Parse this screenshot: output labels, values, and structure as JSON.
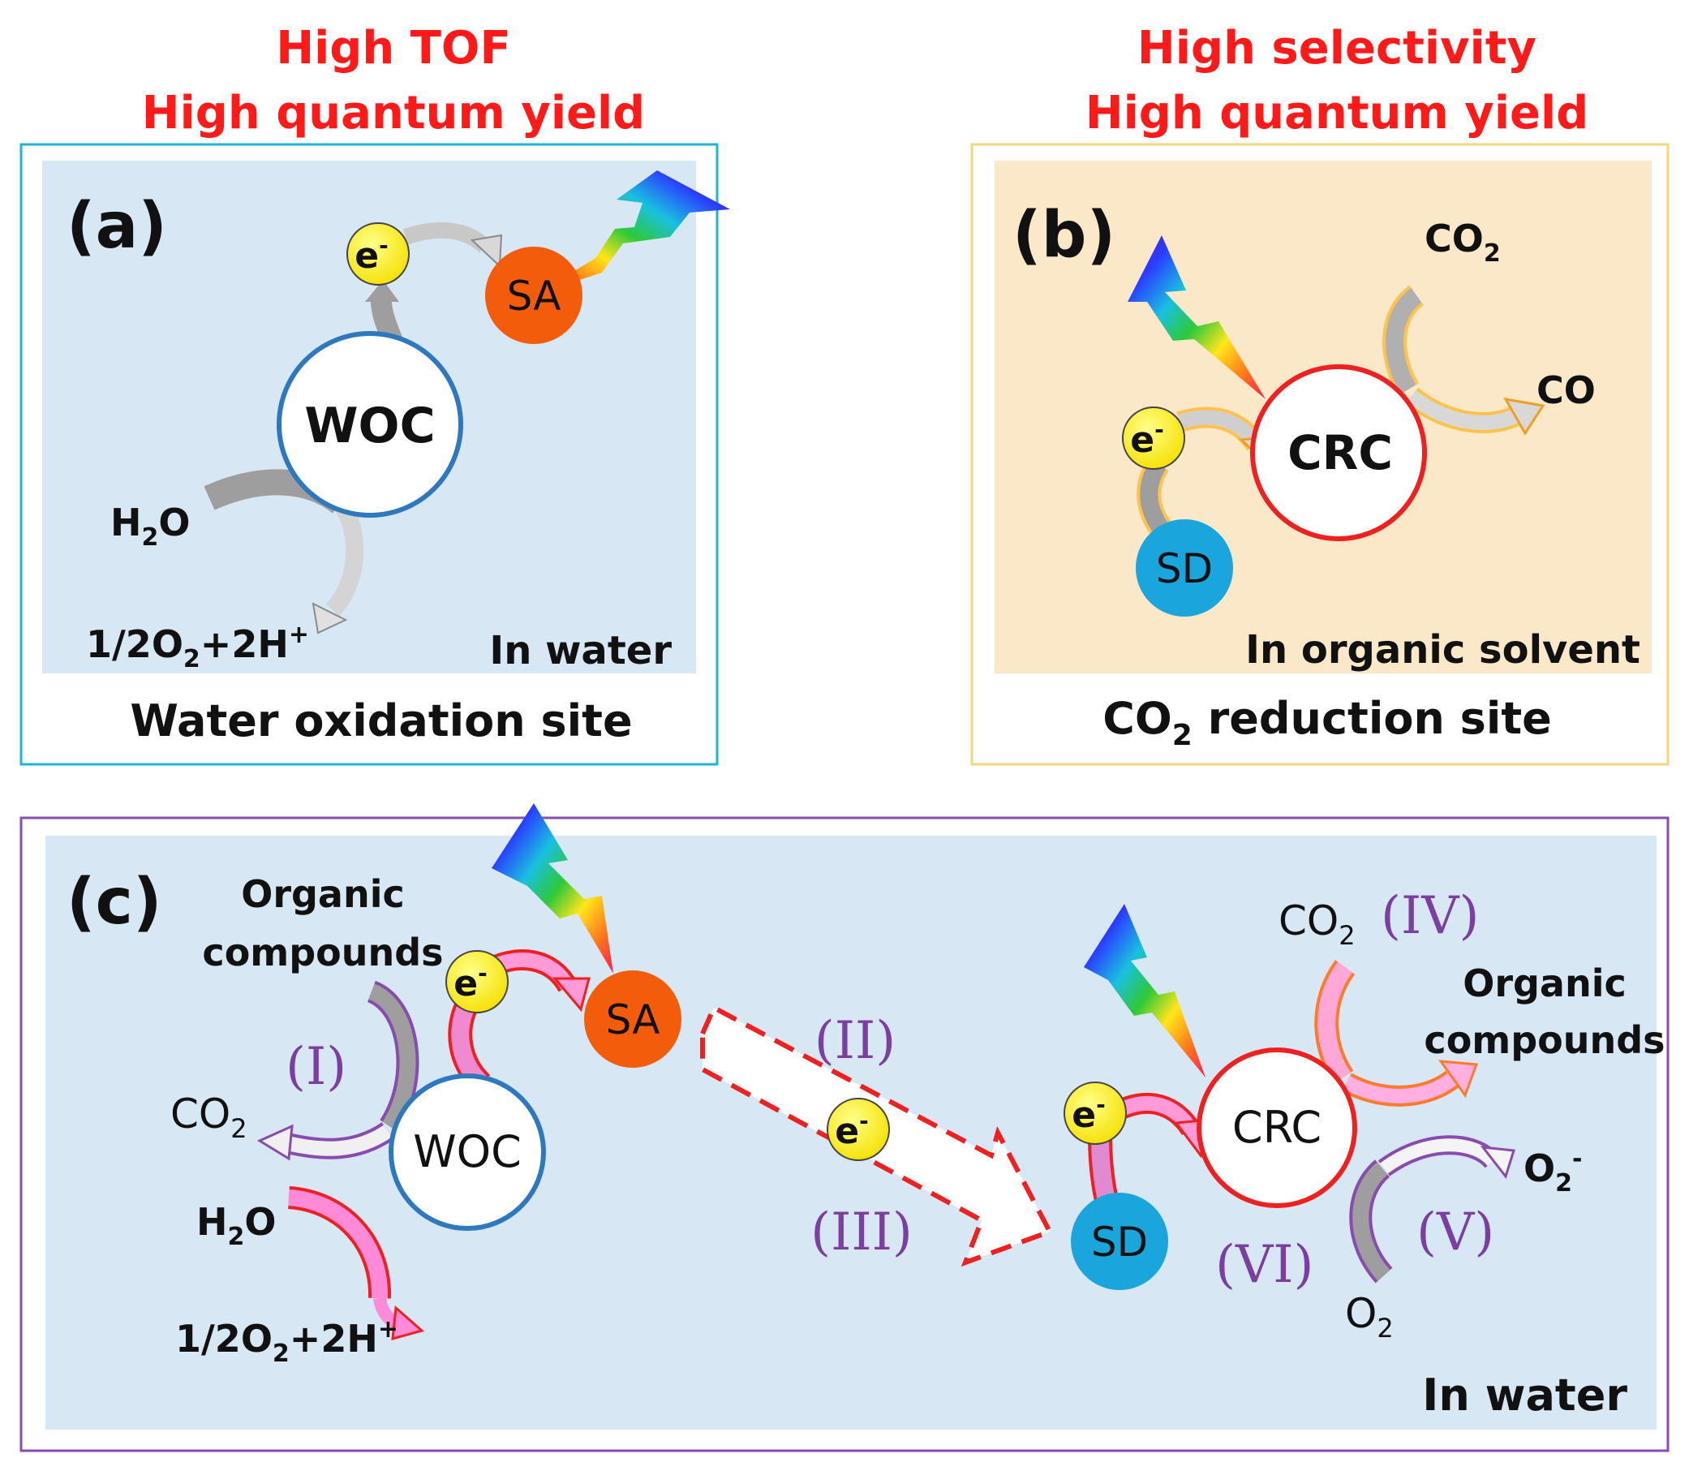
{
  "panel_a": {
    "heading_1": "High TOF",
    "heading_2": "High quantum yield",
    "label": "(a)",
    "electron": "e",
    "electron_sup": "-",
    "sa": "SA",
    "woc": "WOC",
    "h2o_h": "H",
    "h2o_2": "2",
    "h2o_o": "O",
    "product_pre": "1/2O",
    "product_2": "2",
    "product_mid": "+2H",
    "product_sup": "+",
    "env": "In water",
    "caption": "Water oxidation site"
  },
  "panel_b": {
    "heading_1": "High selectivity",
    "heading_2": "High quantum yield",
    "label": "(b)",
    "co2_pre": "CO",
    "co2_sub": "2",
    "co": "CO",
    "electron": "e",
    "electron_sup": "-",
    "crc": "CRC",
    "sd": "SD",
    "env": "In organic solvent",
    "caption_pre": "CO",
    "caption_sub": "2",
    "caption_post": " reduction site"
  },
  "panel_c": {
    "label": "(c)",
    "organic_1": "Organic",
    "organic_2": "compounds",
    "roman_1": "(I)",
    "co2_pre": "CO",
    "co2_sub": "2",
    "woc": "WOC",
    "h2o_h": "H",
    "h2o_2": "2",
    "h2o_o": "O",
    "product_pre": "1/2O",
    "product_2": "2",
    "product_mid": "+2H",
    "product_sup": "+",
    "electron": "e",
    "electron_sup": "-",
    "sa": "SA",
    "roman_2": "(II)",
    "roman_3": "(III)",
    "sd": "SD",
    "crc": "CRC",
    "co2_right_pre": "CO",
    "co2_right_sub": "2",
    "roman_4": "(IV)",
    "organic_right_1": "Organic",
    "organic_right_2": "compounds",
    "o2_minus_pre": "O",
    "o2_minus_sub": "2",
    "o2_minus_sup": "-",
    "roman_5": "(V)",
    "roman_6": "(VI)",
    "o2_pre": "O",
    "o2_sub": "2",
    "env": "In water"
  },
  "colors": {
    "panel_a_border": "#1fb6d6",
    "panel_b_border": "#f5d77a",
    "panel_c_border": "#8a4bb0",
    "blue_bg": "#d8e7f4",
    "tan_bg": "#fbe8c8",
    "heading_red": "#ff1a1a",
    "woc_ring": "#2e78c0",
    "crc_ring": "#ee2020",
    "sa_fill": "#f25c0a",
    "sd_fill": "#1aa5dc",
    "electron_fill": "#ffee00",
    "roman_purple": "#7a3fa0"
  }
}
